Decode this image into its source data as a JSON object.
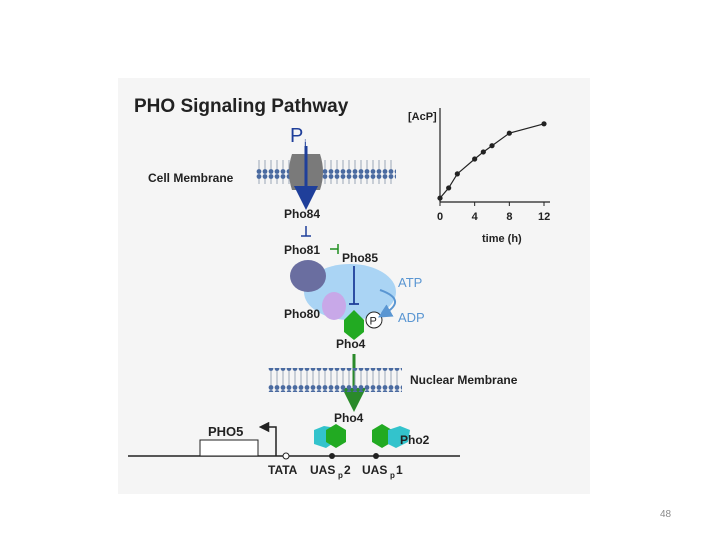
{
  "diagram": {
    "title": "PHO Signaling Pathway",
    "pi_label": "P",
    "pi_subscript": "i",
    "cell_membrane_label": "Cell Membrane",
    "nuclear_membrane_label": "Nuclear Membrane",
    "proteins": {
      "pho84": "Pho84",
      "pho81": "Pho81",
      "pho85": "Pho85",
      "pho80": "Pho80",
      "pho4_cytoplasm": "Pho4",
      "pho4_nucleus": "Pho4",
      "pho2": "Pho2"
    },
    "atp_label": "ATP",
    "adp_label": "ADP",
    "phosphate_symbol": "P",
    "gene_label": "PHO5",
    "promoter": {
      "tata": "TATA",
      "uas2": "UAS",
      "uas2_sub": "p",
      "uas2_num": "2",
      "uas1": "UAS",
      "uas1_sub": "p",
      "uas1_num": "1"
    },
    "colors": {
      "membrane": "#4a6aa0",
      "pi_arrow": "#1f3f9a",
      "pho84_channel": "#7a7a7a",
      "pho81": "#6a6ea0",
      "pho85": "#aad4f4",
      "pho80": "#c8a8e8",
      "pho4": "#22aa22",
      "pho2": "#33c3cc",
      "atp_adp": "#5a96d2",
      "inhibition": "#1f8f1f"
    }
  },
  "chart_data": {
    "type": "line",
    "ylabel": "[AcP]",
    "xlabel": "time (h)",
    "x_ticks": [
      "0",
      "4",
      "8",
      "12"
    ],
    "x": [
      0,
      1,
      2,
      4,
      5,
      6,
      8,
      12
    ],
    "y": [
      0.05,
      0.18,
      0.36,
      0.55,
      0.64,
      0.72,
      0.88,
      1.0
    ],
    "xlim": [
      0,
      12
    ],
    "ylim": [
      0,
      1.1
    ]
  },
  "page_number": "48"
}
